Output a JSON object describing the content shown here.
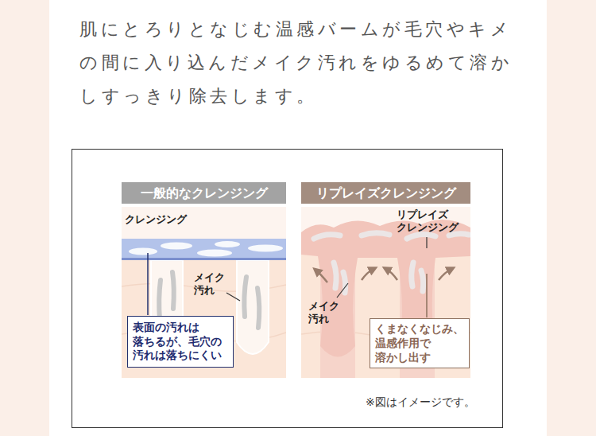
{
  "diagram": {
    "nodes": [
      {
        "text": [
          "一般的なクレンジング"
        ]
      },
      {
        "text": [
          "リプレイズクレンジング"
        ]
      },
      {
        "text": [
          "表面の汚れは 落ちるが、毛穴の 汚れは落ちにくい"
        ]
      },
      {
        "text": [
          "くまなくなじみ、 温感作用で 溶かし出す"
        ]
      }
    ],
    "labels": [
      "肌にとろりとなじむ温感バームが毛穴やキメ の間に入り込んだメイク汚れをゆるめて溶か しすっきり除去します。",
      "クレンジング",
      "メイク 汚れ",
      "リプレイズ クレンジング",
      "メイク 汚れ",
      "※図はイメージです。"
    ]
  }
}
